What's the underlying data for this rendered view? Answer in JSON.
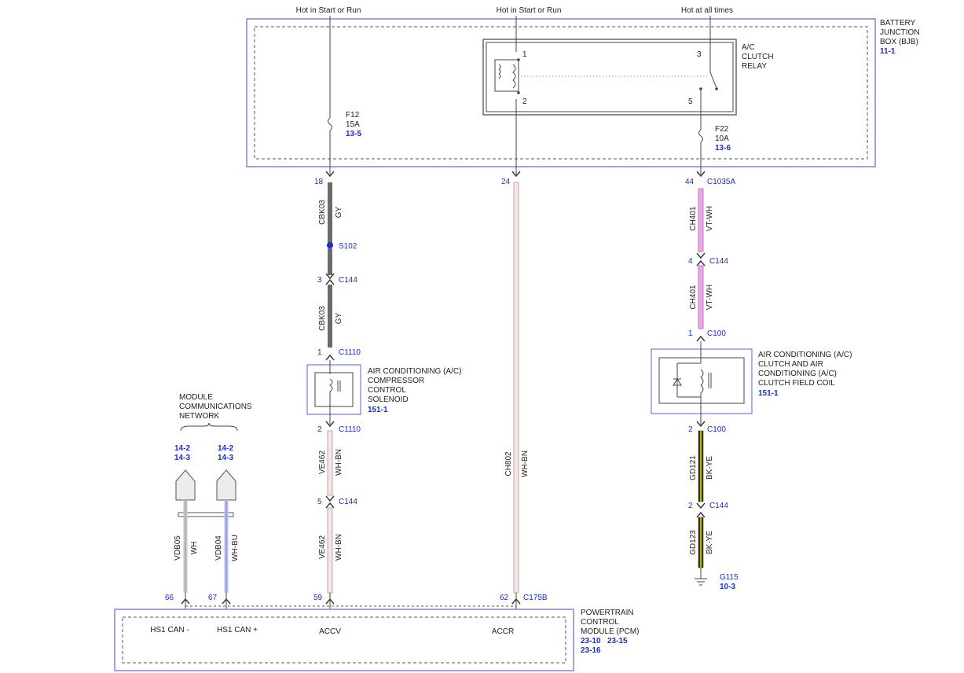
{
  "supply": {
    "left": "Hot in Start or Run",
    "middle": "Hot in Start or Run",
    "right": "Hot at all times"
  },
  "bjb": {
    "title_lines": [
      "BATTERY",
      "JUNCTION",
      "BOX (BJB)"
    ],
    "ref": "11-1",
    "relay": {
      "label_lines": [
        "A/C",
        "CLUTCH",
        "RELAY"
      ],
      "pins": [
        "1",
        "2",
        "3",
        "5"
      ]
    },
    "fuse_f12": {
      "name": "F12",
      "rating": "15A",
      "ref": "13-5"
    },
    "fuse_f22": {
      "name": "F22",
      "rating": "10A",
      "ref": "13-6"
    }
  },
  "pins": {
    "c18": "18",
    "c24": "24",
    "c44": "44",
    "c1035a": "C1035A",
    "s102": "S102",
    "p3": "3",
    "c144a": "C144",
    "p4": "4",
    "c144b": "C144",
    "p1a": "1",
    "c1110a": "C1110",
    "p1b": "1",
    "c100a": "C100",
    "p2a": "2",
    "c1110b": "C1110",
    "p2b": "2",
    "c100b": "C100",
    "p5": "5",
    "c144c": "C144",
    "p2c": "2",
    "c144d": "C144",
    "g115": "G115",
    "g115_ref": "10-3",
    "p66": "66",
    "p67": "67",
    "p59": "59",
    "p62": "62",
    "c175b": "C175B"
  },
  "wires": {
    "cbk03_a": {
      "circuit": "CBK03",
      "color": "GY"
    },
    "cbk03_b": {
      "circuit": "CBK03",
      "color": "GY"
    },
    "ch401_a": {
      "circuit": "CH401",
      "color": "VT-WH"
    },
    "ch401_b": {
      "circuit": "CH401",
      "color": "VT-WH"
    },
    "ve462_a": {
      "circuit": "VE462",
      "color": "WH-BN"
    },
    "ve462_b": {
      "circuit": "VE462",
      "color": "WH-BN"
    },
    "ch802": {
      "circuit": "CH802",
      "color": "WH-BN"
    },
    "gd121": {
      "circuit": "GD121",
      "color": "BK-YE"
    },
    "gd123": {
      "circuit": "GD123",
      "color": "BK-YE"
    },
    "vdb05": {
      "circuit": "VDB05",
      "color": "WH"
    },
    "vdb04": {
      "circuit": "VDB04",
      "color": "WH-BU"
    }
  },
  "solenoid": {
    "label_lines": [
      "AIR CONDITIONING (A/C)",
      "COMPRESSOR",
      "CONTROL",
      "SOLENOID"
    ],
    "ref": "151-1"
  },
  "clutch_coil": {
    "label_lines": [
      "AIR CONDITIONING (A/C)",
      "CLUTCH AND AIR",
      "CONDITIONING (A/C)",
      "CLUTCH FIELD COIL"
    ],
    "ref": "151-1"
  },
  "network": {
    "label_lines": [
      "MODULE",
      "COMMUNICATIONS",
      "NETWORK"
    ],
    "left_refs": [
      "14-2",
      "14-3"
    ],
    "right_refs": [
      "14-2",
      "14-3"
    ]
  },
  "pcm": {
    "title_lines": [
      "POWERTRAIN",
      "CONTROL",
      "MODULE (PCM)"
    ],
    "refs_row1": [
      "23-10",
      "23-15"
    ],
    "ref_row2": "23-16",
    "pins": {
      "hs1_minus": "HS1 CAN -",
      "hs1_plus": "HS1 CAN +",
      "accv": "ACCV",
      "accr": "ACCR"
    }
  },
  "colors": {
    "frame": "#7f86d8",
    "wire_gray": "#6b6b6b",
    "wire_violet_white": "#d78bd6",
    "wire_white_brown": "#e3c9c9",
    "wire_black_yellow": "#4b4b00",
    "wire_white_blue": "#b9bdf2",
    "link_blue": "#1a2fc0"
  }
}
